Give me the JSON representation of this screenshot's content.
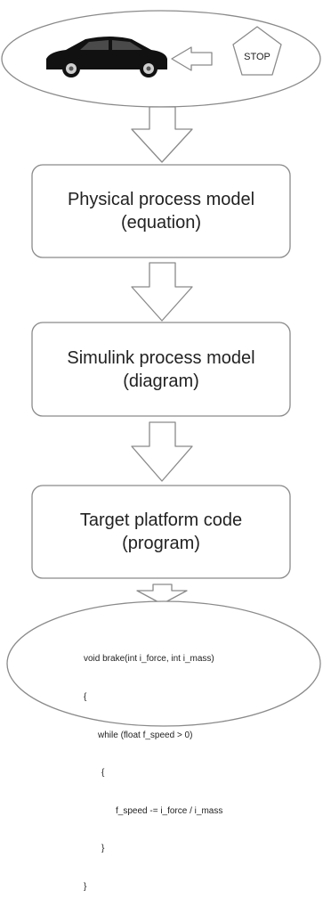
{
  "stop_sign": {
    "label": "STOP"
  },
  "icons": {
    "car": "car-icon",
    "arrow_left": "arrow-left-icon",
    "stop": "stop-sign-icon",
    "arrow_down": "arrow-down-icon"
  },
  "boxes": [
    {
      "line1": "Physical process model",
      "line2": "(equation)"
    },
    {
      "line1": "Simulink process model",
      "line2": "(diagram)"
    },
    {
      "line1": "Target platform code",
      "line2": "(program)"
    }
  ],
  "code_lines": [
    "void brake(int i_force, int i_mass)",
    "{",
    "while (float f_speed > 0)",
    "{",
    "f_speed -= i_force / i_mass",
    "}",
    "}"
  ],
  "colors": {
    "stroke": "#8a8a8a",
    "text": "#222222",
    "car": "#111111",
    "background": "#ffffff"
  }
}
